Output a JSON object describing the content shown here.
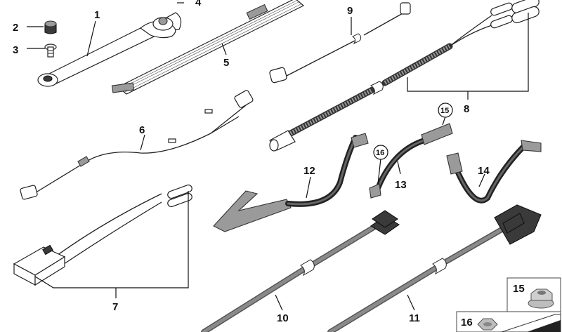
{
  "callouts": {
    "c1": "1",
    "c2": "2",
    "c3": "3",
    "c4": "4",
    "c5": "5",
    "c6": "6",
    "c7": "7",
    "c8": "8",
    "c9": "9",
    "c10": "10",
    "c11": "11",
    "c12": "12",
    "c13": "13",
    "c14": "14",
    "c15": "15",
    "c16": "16"
  },
  "inset": {
    "nut_label": "15",
    "screw_label": "16"
  }
}
